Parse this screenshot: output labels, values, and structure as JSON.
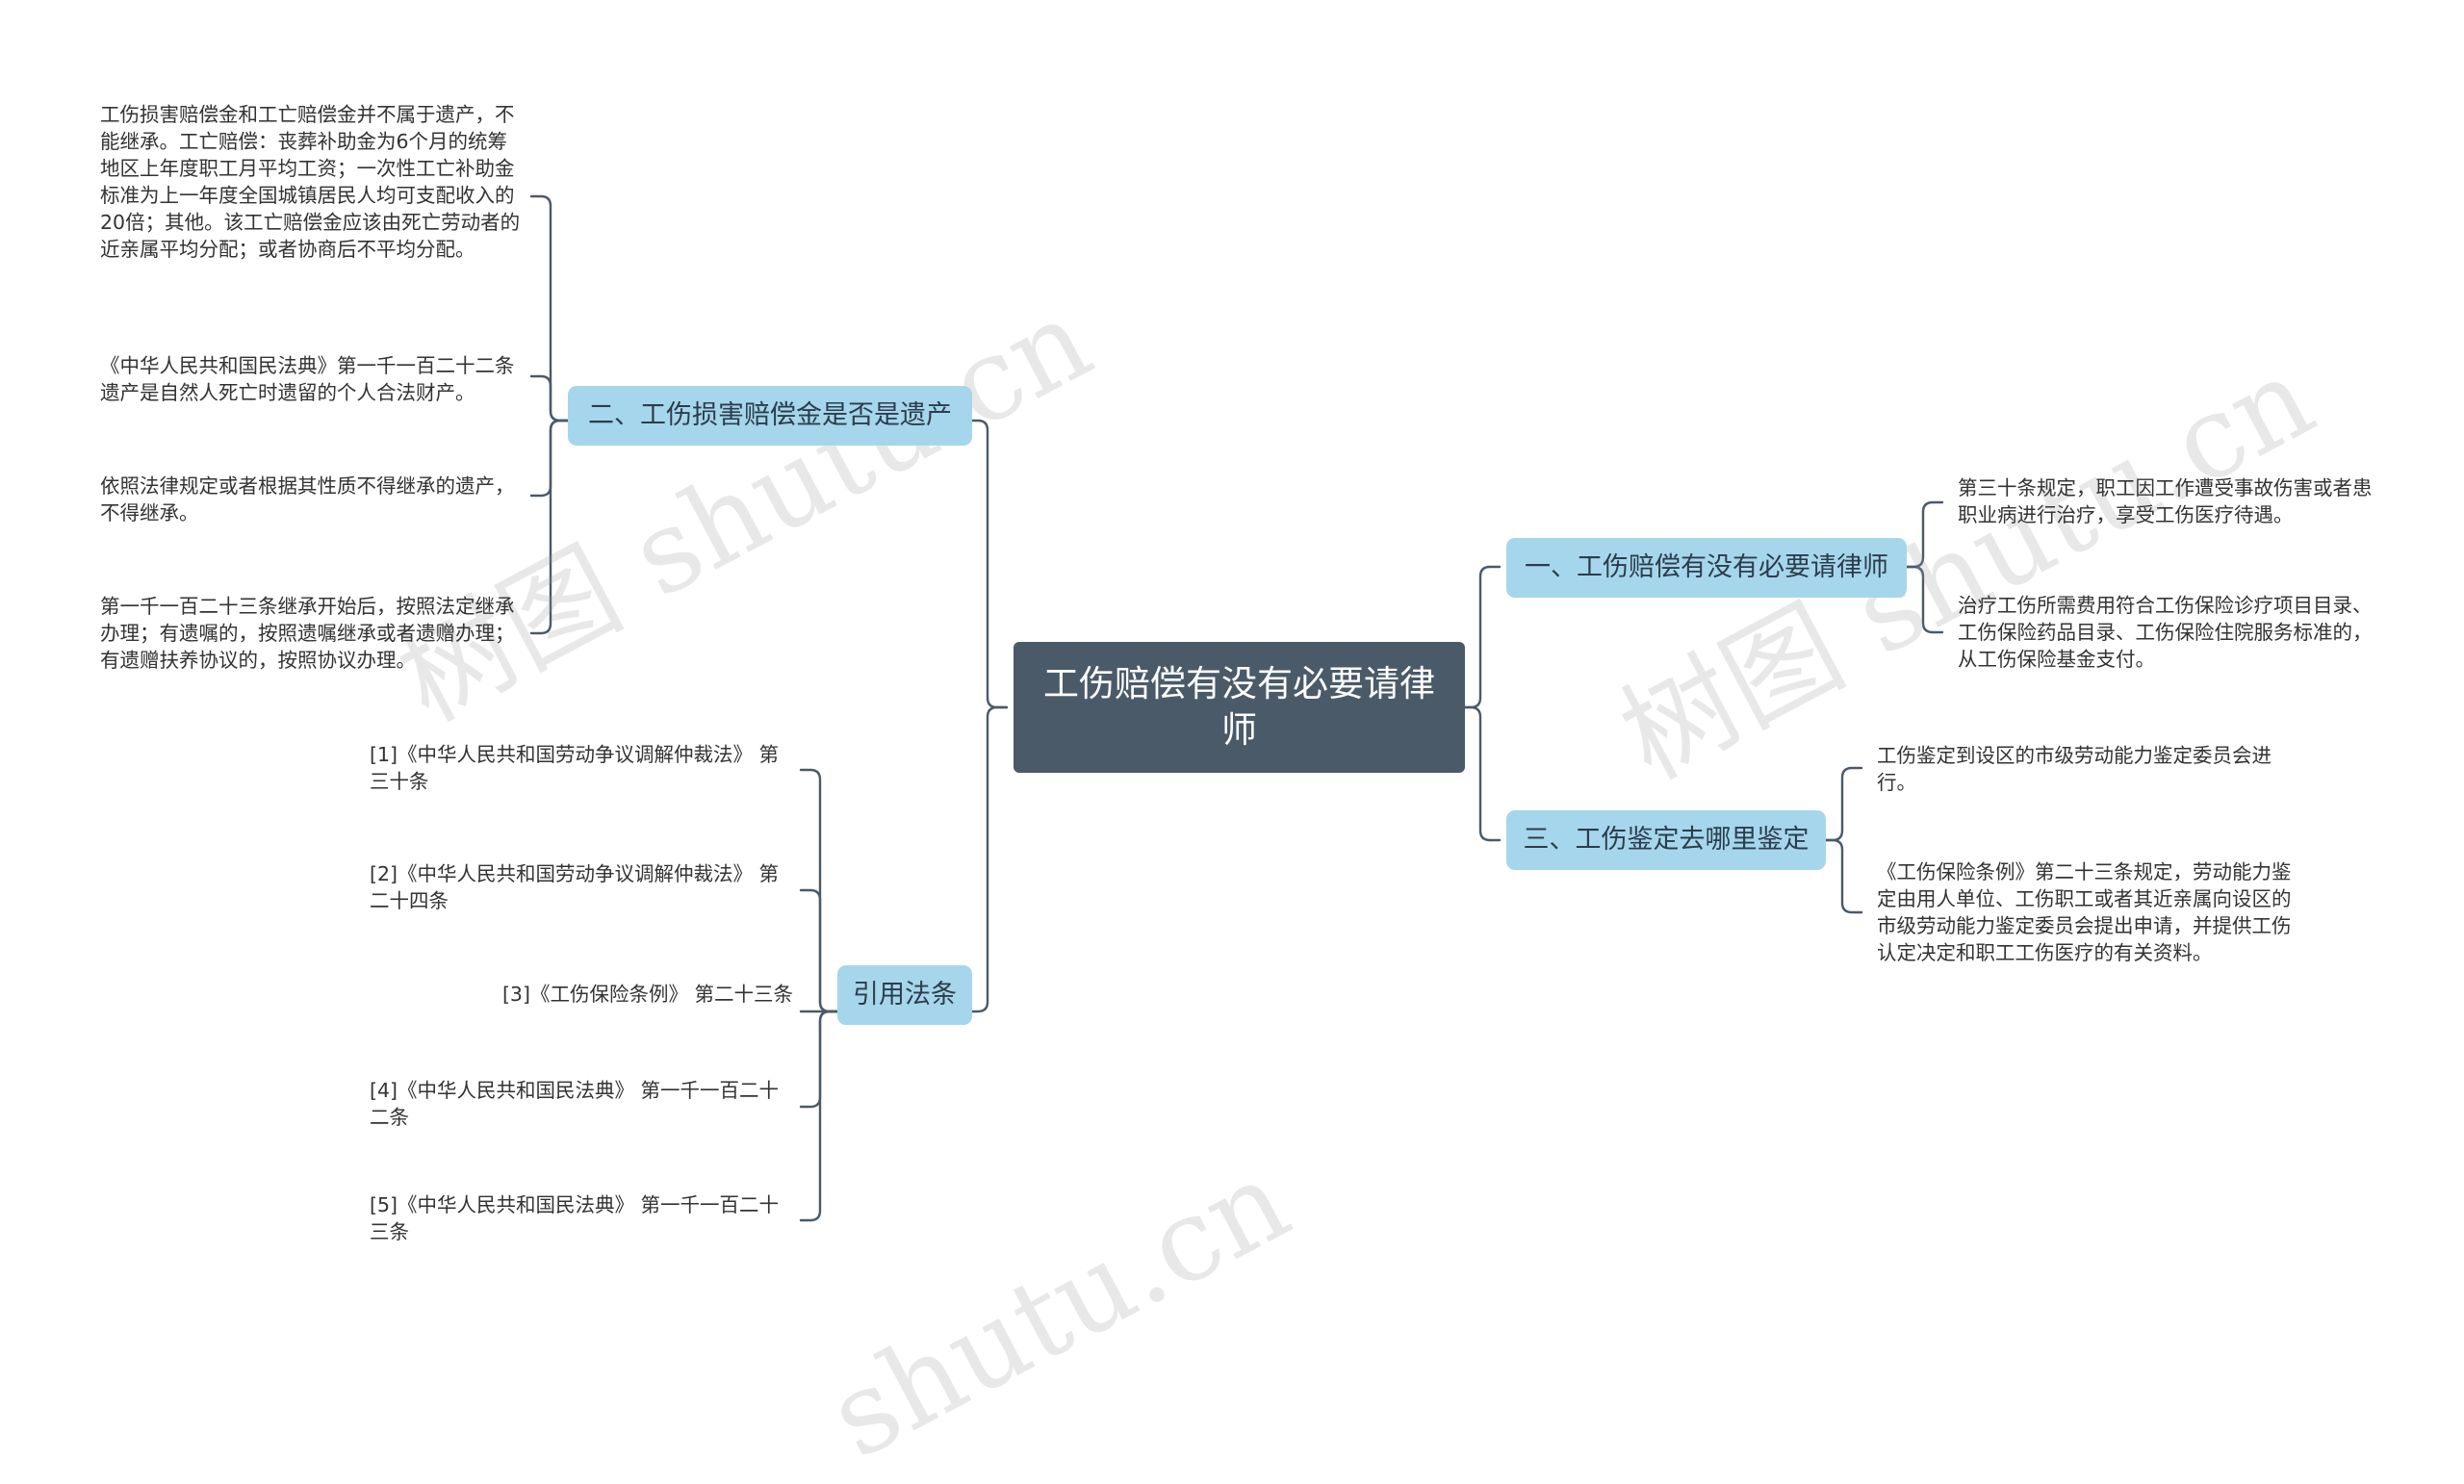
{
  "root": {
    "title": "工伤赔偿有没有必要请律师"
  },
  "branches": {
    "b1": {
      "label": "一、工伤赔偿有没有必要请律师",
      "leaves": [
        "第三十条规定，职工因工作遭受事故伤害或者患职业病进行治疗，享受工伤医疗待遇。",
        "治疗工伤所需费用符合工伤保险诊疗项目目录、工伤保险药品目录、工伤保险住院服务标准的，从工伤保险基金支付。"
      ]
    },
    "b2": {
      "label": "二、工伤损害赔偿金是否是遗产",
      "leaves": [
        "工伤损害赔偿金和工亡赔偿金并不属于遗产，不能继承。工亡赔偿：丧葬补助金为6个月的统筹地区上年度职工月平均工资；一次性工亡补助金标准为上一年度全国城镇居民人均可支配收入的20倍；其他。该工亡赔偿金应该由死亡劳动者的近亲属平均分配；或者协商后不平均分配。",
        "《中华人民共和国民法典》第一千一百二十二条遗产是自然人死亡时遗留的个人合法财产。",
        "依照法律规定或者根据其性质不得继承的遗产，不得继承。",
        "第一千一百二十三条继承开始后，按照法定继承办理；有遗嘱的，按照遗嘱继承或者遗赠办理；有遗赠扶养协议的，按照协议办理。"
      ]
    },
    "b3": {
      "label": "三、工伤鉴定去哪里鉴定",
      "leaves": [
        "工伤鉴定到设区的市级劳动能力鉴定委员会进行。",
        "《工伤保险条例》第二十三条规定，劳动能力鉴定由用人单位、工伤职工或者其近亲属向设区的市级劳动能力鉴定委员会提出申请，并提供工伤认定决定和职工工伤医疗的有关资料。"
      ]
    },
    "b4": {
      "label": "引用法条",
      "leaves": [
        "[1]《中华人民共和国劳动争议调解仲裁法》 第三十条",
        "[2]《中华人民共和国劳动争议调解仲裁法》 第二十四条",
        "[3]《工伤保险条例》 第二十三条",
        "[4]《中华人民共和国民法典》 第一千一百二十二条",
        "[5]《中华人民共和国民法典》 第一千一百二十三条"
      ]
    }
  },
  "watermark": "树图 shutu.cn",
  "colors": {
    "root": "#4a5a69",
    "branch": "#a6d6ec",
    "line": "#4a5a69"
  }
}
